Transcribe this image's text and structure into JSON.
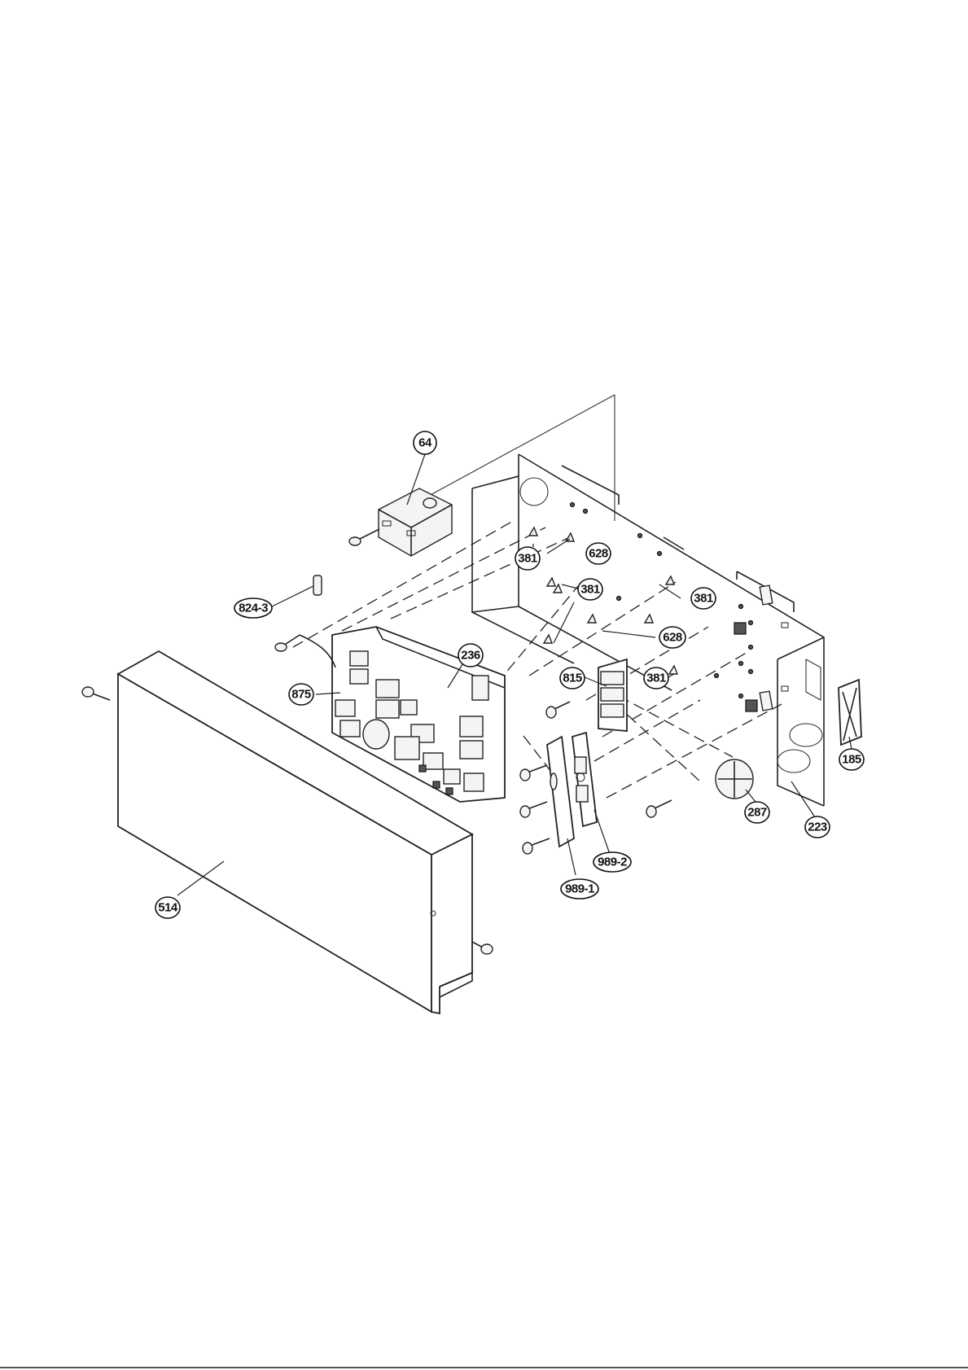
{
  "callouts": [
    {
      "id": "c64",
      "label": "64"
    },
    {
      "id": "c824_3",
      "label": "824-3"
    },
    {
      "id": "c381_a",
      "label": "381"
    },
    {
      "id": "c628_a",
      "label": "628"
    },
    {
      "id": "c381_b",
      "label": "381"
    },
    {
      "id": "c381_c",
      "label": "381"
    },
    {
      "id": "c628_b",
      "label": "628"
    },
    {
      "id": "c236",
      "label": "236"
    },
    {
      "id": "c875",
      "label": "875"
    },
    {
      "id": "c815",
      "label": "815"
    },
    {
      "id": "c381_d",
      "label": "381"
    },
    {
      "id": "c185",
      "label": "185"
    },
    {
      "id": "c287",
      "label": "287"
    },
    {
      "id": "c223",
      "label": "223"
    },
    {
      "id": "c989_2",
      "label": "989-2"
    },
    {
      "id": "c989_1",
      "label": "989-1"
    },
    {
      "id": "c514",
      "label": "514"
    }
  ]
}
